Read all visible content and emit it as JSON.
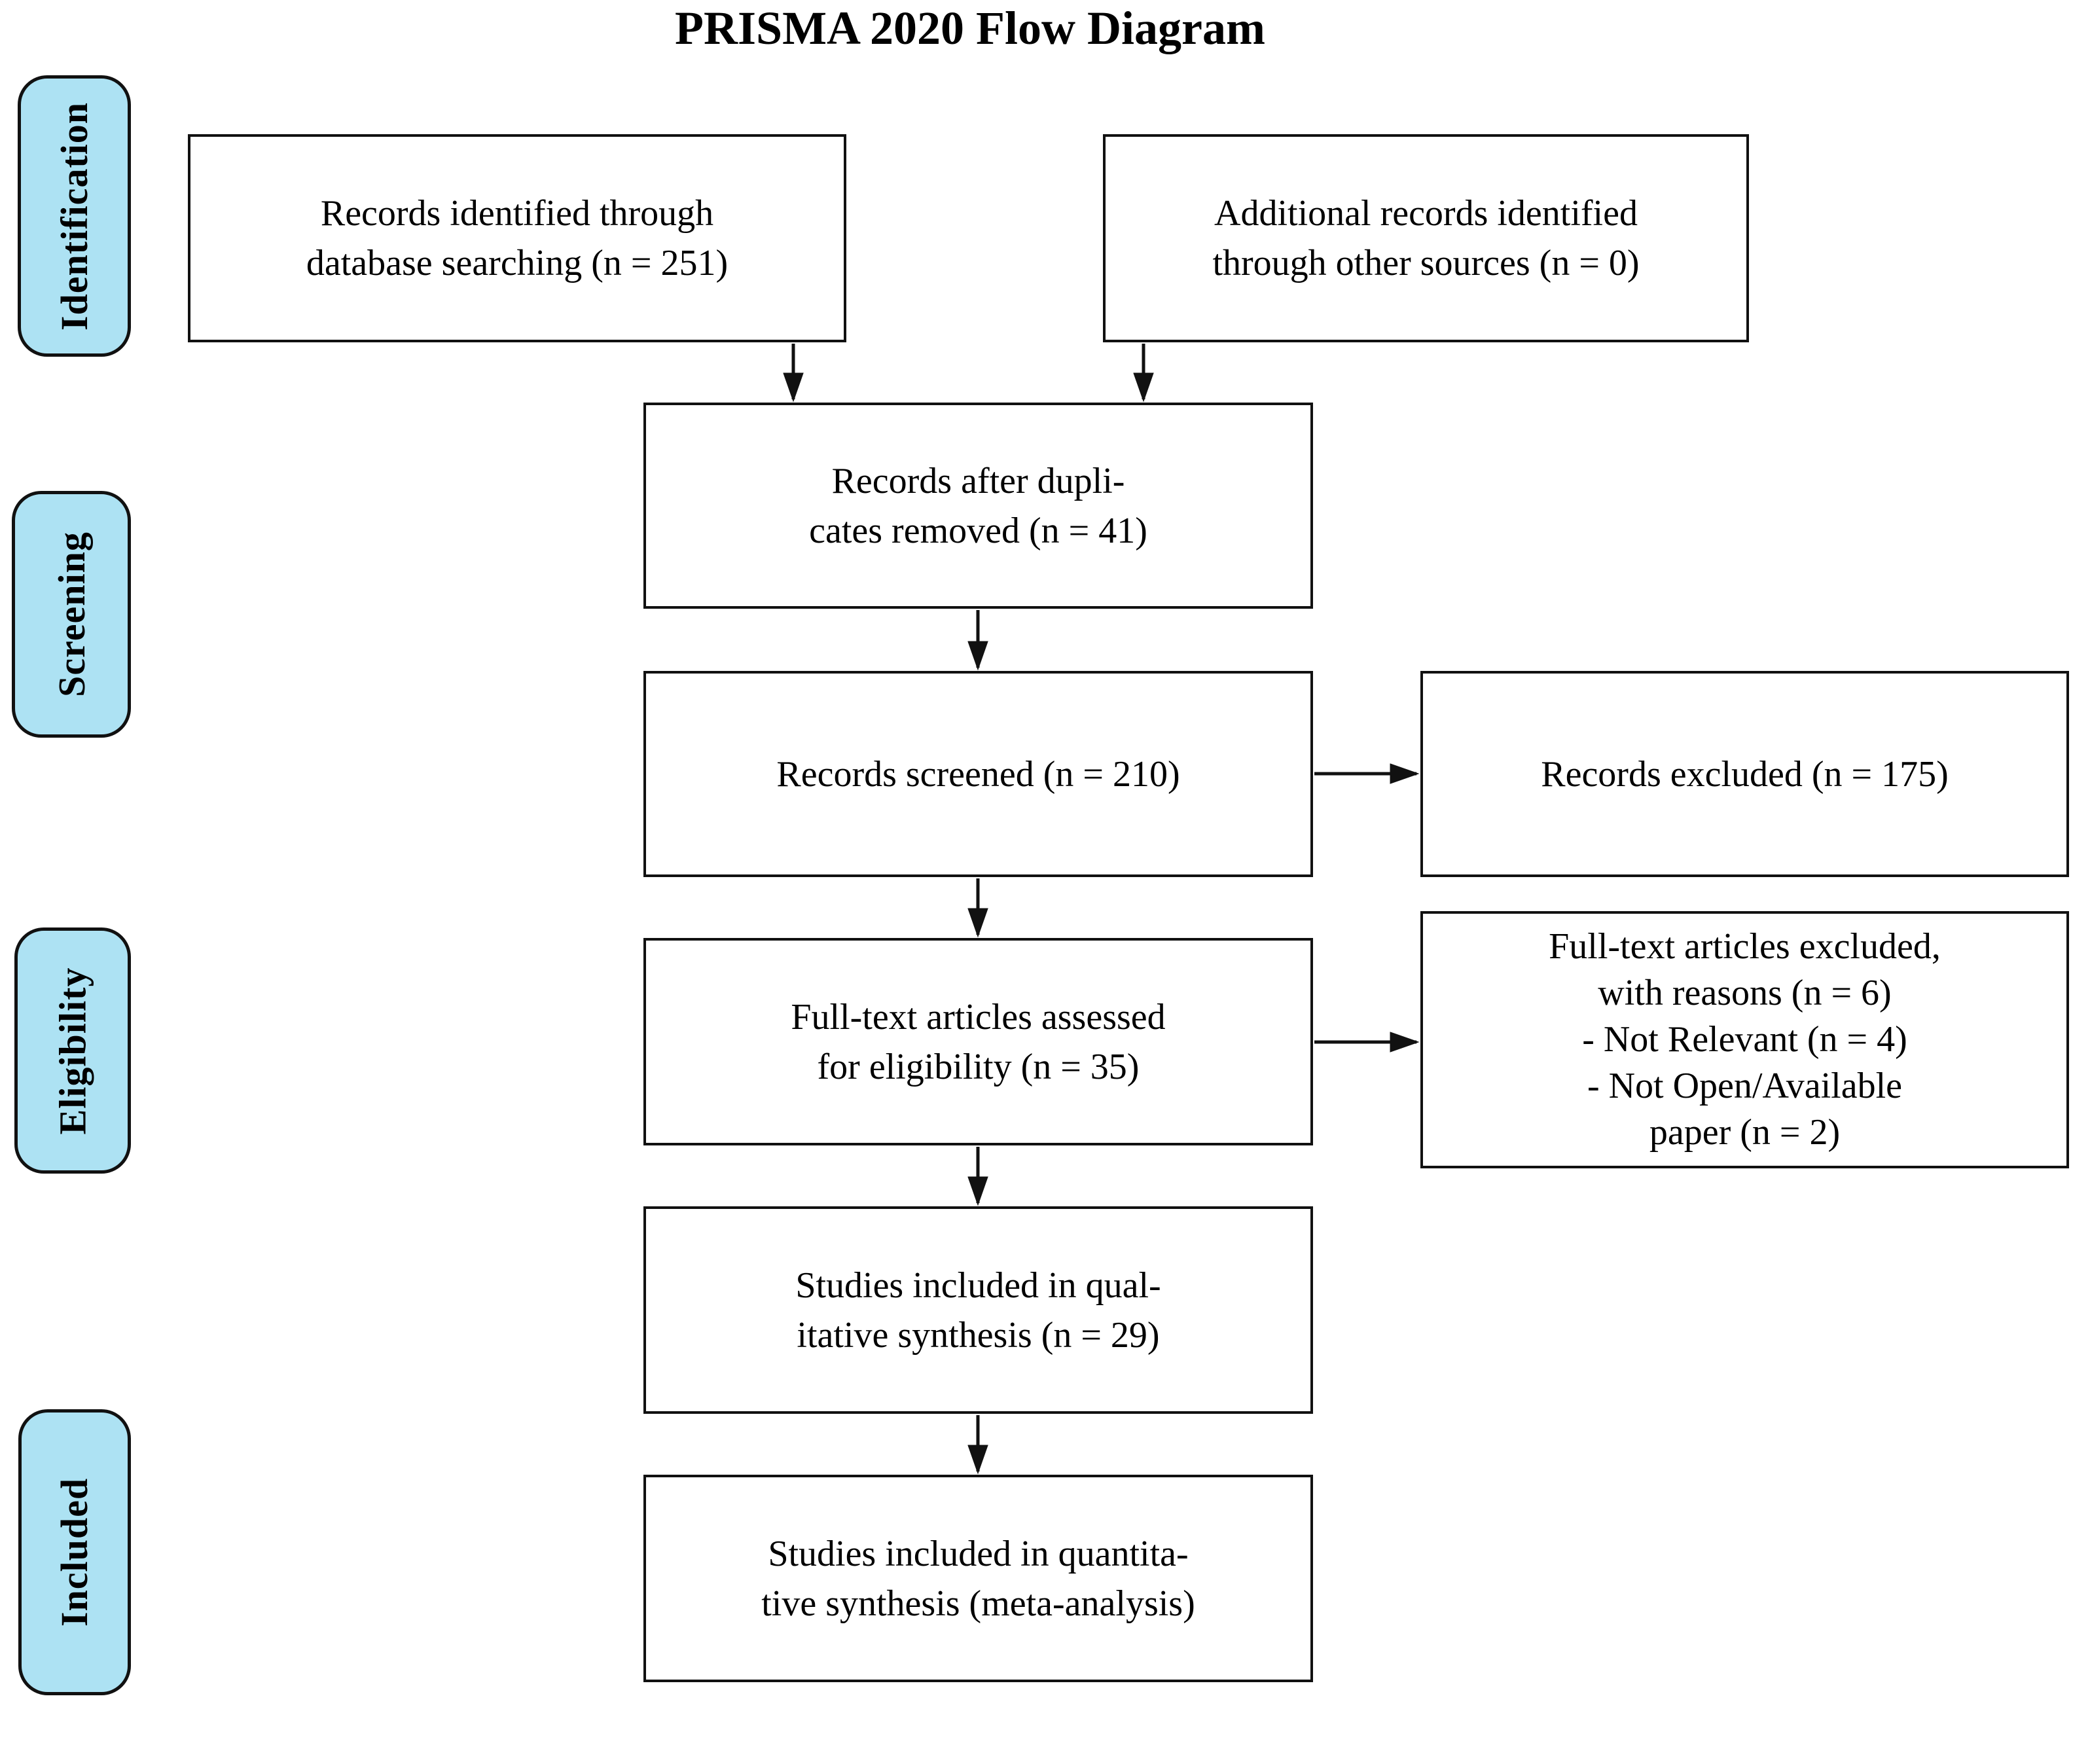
{
  "title": "PRISMA 2020 Flow Diagram",
  "colors": {
    "stage_fill": "#ade2f3",
    "line": "#111111"
  },
  "stages": [
    {
      "label": "Identification"
    },
    {
      "label": "Screening"
    },
    {
      "label": "Eligibility"
    },
    {
      "label": "Included"
    }
  ],
  "boxes": {
    "records_identified": {
      "lines": [
        "Records identified through",
        "database searching (n = 251)"
      ]
    },
    "additional_records": {
      "lines": [
        "Additional records identified",
        "through other sources (n = 0)"
      ]
    },
    "after_duplicates": {
      "lines": [
        "Records after dupli-",
        "cates removed (n = 41)"
      ]
    },
    "records_screened": {
      "lines": [
        "Records screened (n = 210)"
      ]
    },
    "records_excluded": {
      "lines": [
        "Records excluded (n = 175)"
      ]
    },
    "fulltext_assessed": {
      "lines": [
        "Full-text articles assessed",
        "for eligibility (n = 35)"
      ]
    },
    "fulltext_excluded": {
      "lines": [
        "Full-text articles excluded,",
        "with reasons (n = 6)",
        "- Not Relevant (n = 4)",
        "- Not Open/Available",
        "paper (n = 2)"
      ]
    },
    "qualitative": {
      "lines": [
        "Studies included in qual-",
        "itative synthesis (n = 29)"
      ]
    },
    "quantitative": {
      "lines": [
        "Studies included in quantita-",
        "tive synthesis (meta-analysis)"
      ]
    }
  }
}
